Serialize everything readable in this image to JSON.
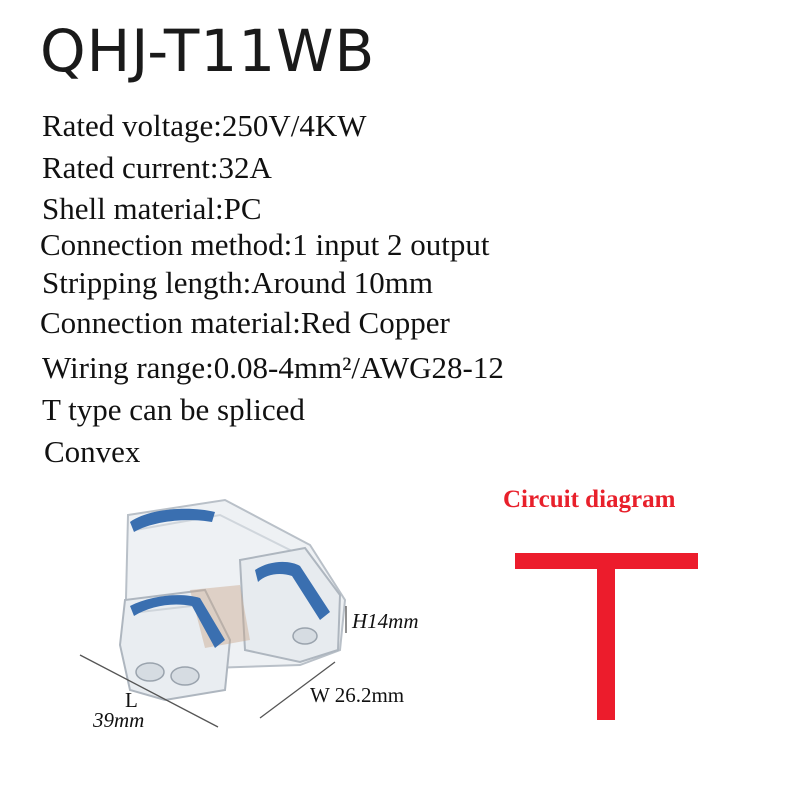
{
  "product": {
    "model": "QHJ-T11WB"
  },
  "specs": [
    "Rated voltage:250V/4KW",
    "Rated current:32A",
    "Shell material:PC",
    "Connection method:1 input 2 output",
    "Stripping length:Around 10mm",
    "Connection material:Red Copper",
    "Wiring range:0.08-4mm²/AWG28-12",
    "T type can be spliced",
    "Convex"
  ],
  "circuit": {
    "title": "Circuit diagram",
    "color": "#ec1c2c"
  },
  "dimensions": {
    "height": "H14mm",
    "width": "W 26.2mm",
    "length_label": "L",
    "length_value": "39mm"
  },
  "colors": {
    "lever_blue": "#3a6fb0",
    "title_red": "#e8202b"
  },
  "icons": [
    "t-connector-product-image",
    "t-circuit-symbol"
  ]
}
